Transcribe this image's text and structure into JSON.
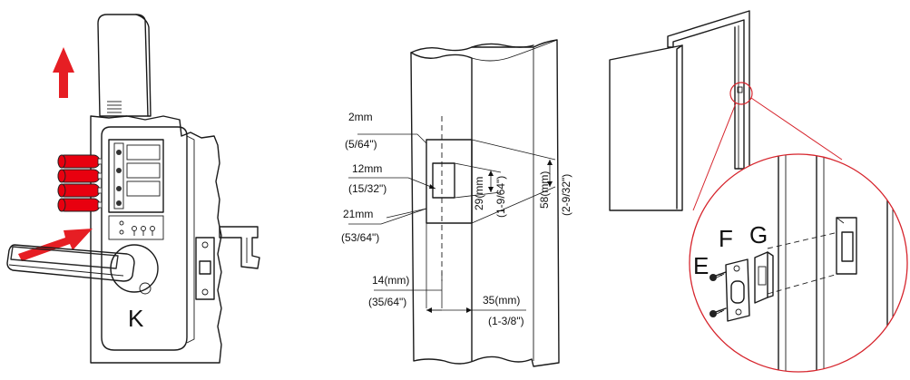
{
  "panel_left": {
    "letter": "K",
    "colors": {
      "battery": "#e8000f",
      "arrow": "#e61e24"
    }
  },
  "panel_middle": {
    "labels": {
      "d2_mm": "2mm",
      "d2_in": "(5/64\")",
      "d12_mm": "12mm",
      "d12_in": "(15/32\")",
      "d21_mm": "21mm",
      "d21_in": "(53/64\")",
      "d14_mm": "14(mm)",
      "d14_in": "(35/64\")",
      "d35_mm": "35(mm)",
      "d35_in": "(1-3/8\")",
      "d29_mm": "29(mm",
      "d29_in": "(1-9/64\")",
      "d58_mm": "58(mm)",
      "d58_in": "(2-9/32\")"
    }
  },
  "panel_right": {
    "letters": {
      "e": "E",
      "f": "F",
      "g": "G"
    },
    "colors": {
      "detail_circle": "#d6242c"
    }
  }
}
